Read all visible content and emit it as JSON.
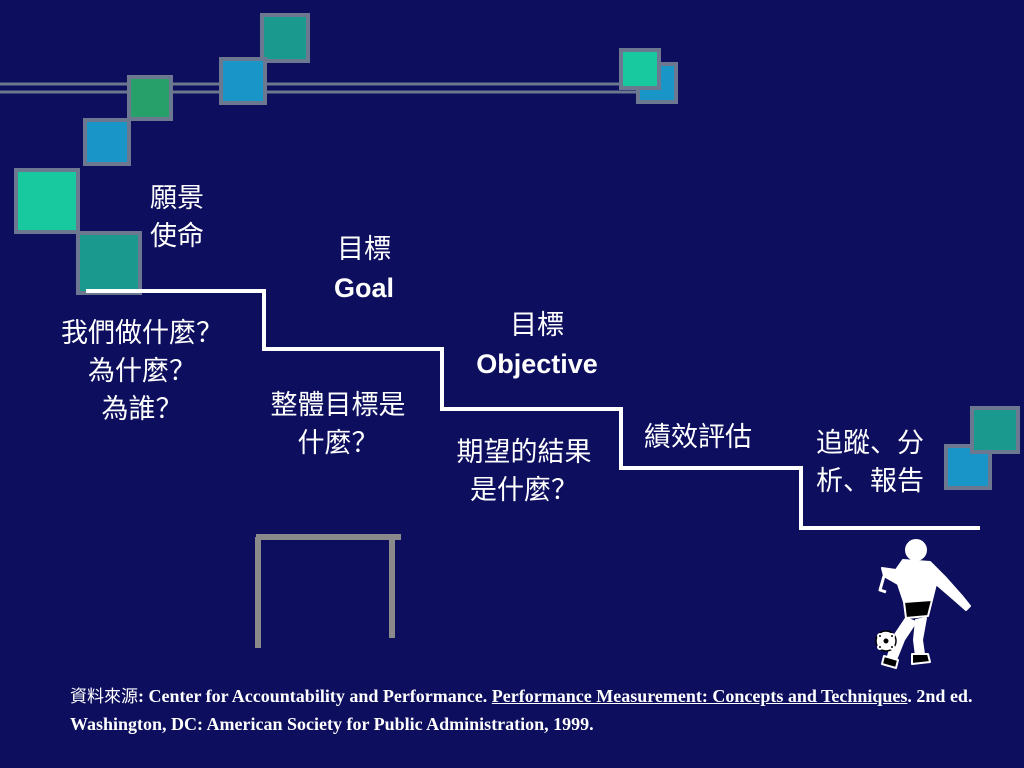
{
  "steps": [
    {
      "id": "vision",
      "lines": [
        "願景",
        "使命"
      ]
    },
    {
      "id": "goal",
      "lines": [
        "目標",
        "Goal"
      ]
    },
    {
      "id": "objective",
      "lines": [
        "目標",
        "Objective"
      ]
    },
    {
      "id": "evaluation",
      "lines": [
        "績效評估"
      ]
    },
    {
      "id": "tracking",
      "lines": [
        "追蹤、分",
        "析、報告"
      ]
    }
  ],
  "questions": [
    {
      "id": "what-why-who",
      "lines": [
        "我們做什麼？",
        "為什麼？",
        "為誰？"
      ]
    },
    {
      "id": "overall-goal",
      "lines": [
        "整體目標是",
        "什麼？"
      ]
    },
    {
      "id": "expected-results",
      "lines": [
        "期望的結果",
        "是什麼？"
      ]
    }
  ],
  "source": {
    "prefix": "資料來源",
    "separator": ": ",
    "authors": "Center for Accountability and Performance. ",
    "title": "Performance Measurement: Concepts and Techniques",
    "rest": ". 2nd ed. Washington, DC: American Society for Public Administration, 1999."
  },
  "colors": {
    "background": "#0d0f5e",
    "square_teal": "#1a9a8e",
    "square_green": "#27a06a",
    "square_blue": "#1a95c8",
    "square_mint": "#18c9a0",
    "square_border": "#6b7890",
    "line": "#ffffff",
    "goal_post": "#8a8a8a"
  },
  "icons": [
    "decorative-square-icon",
    "soccer-player-icon",
    "goal-post-icon"
  ]
}
